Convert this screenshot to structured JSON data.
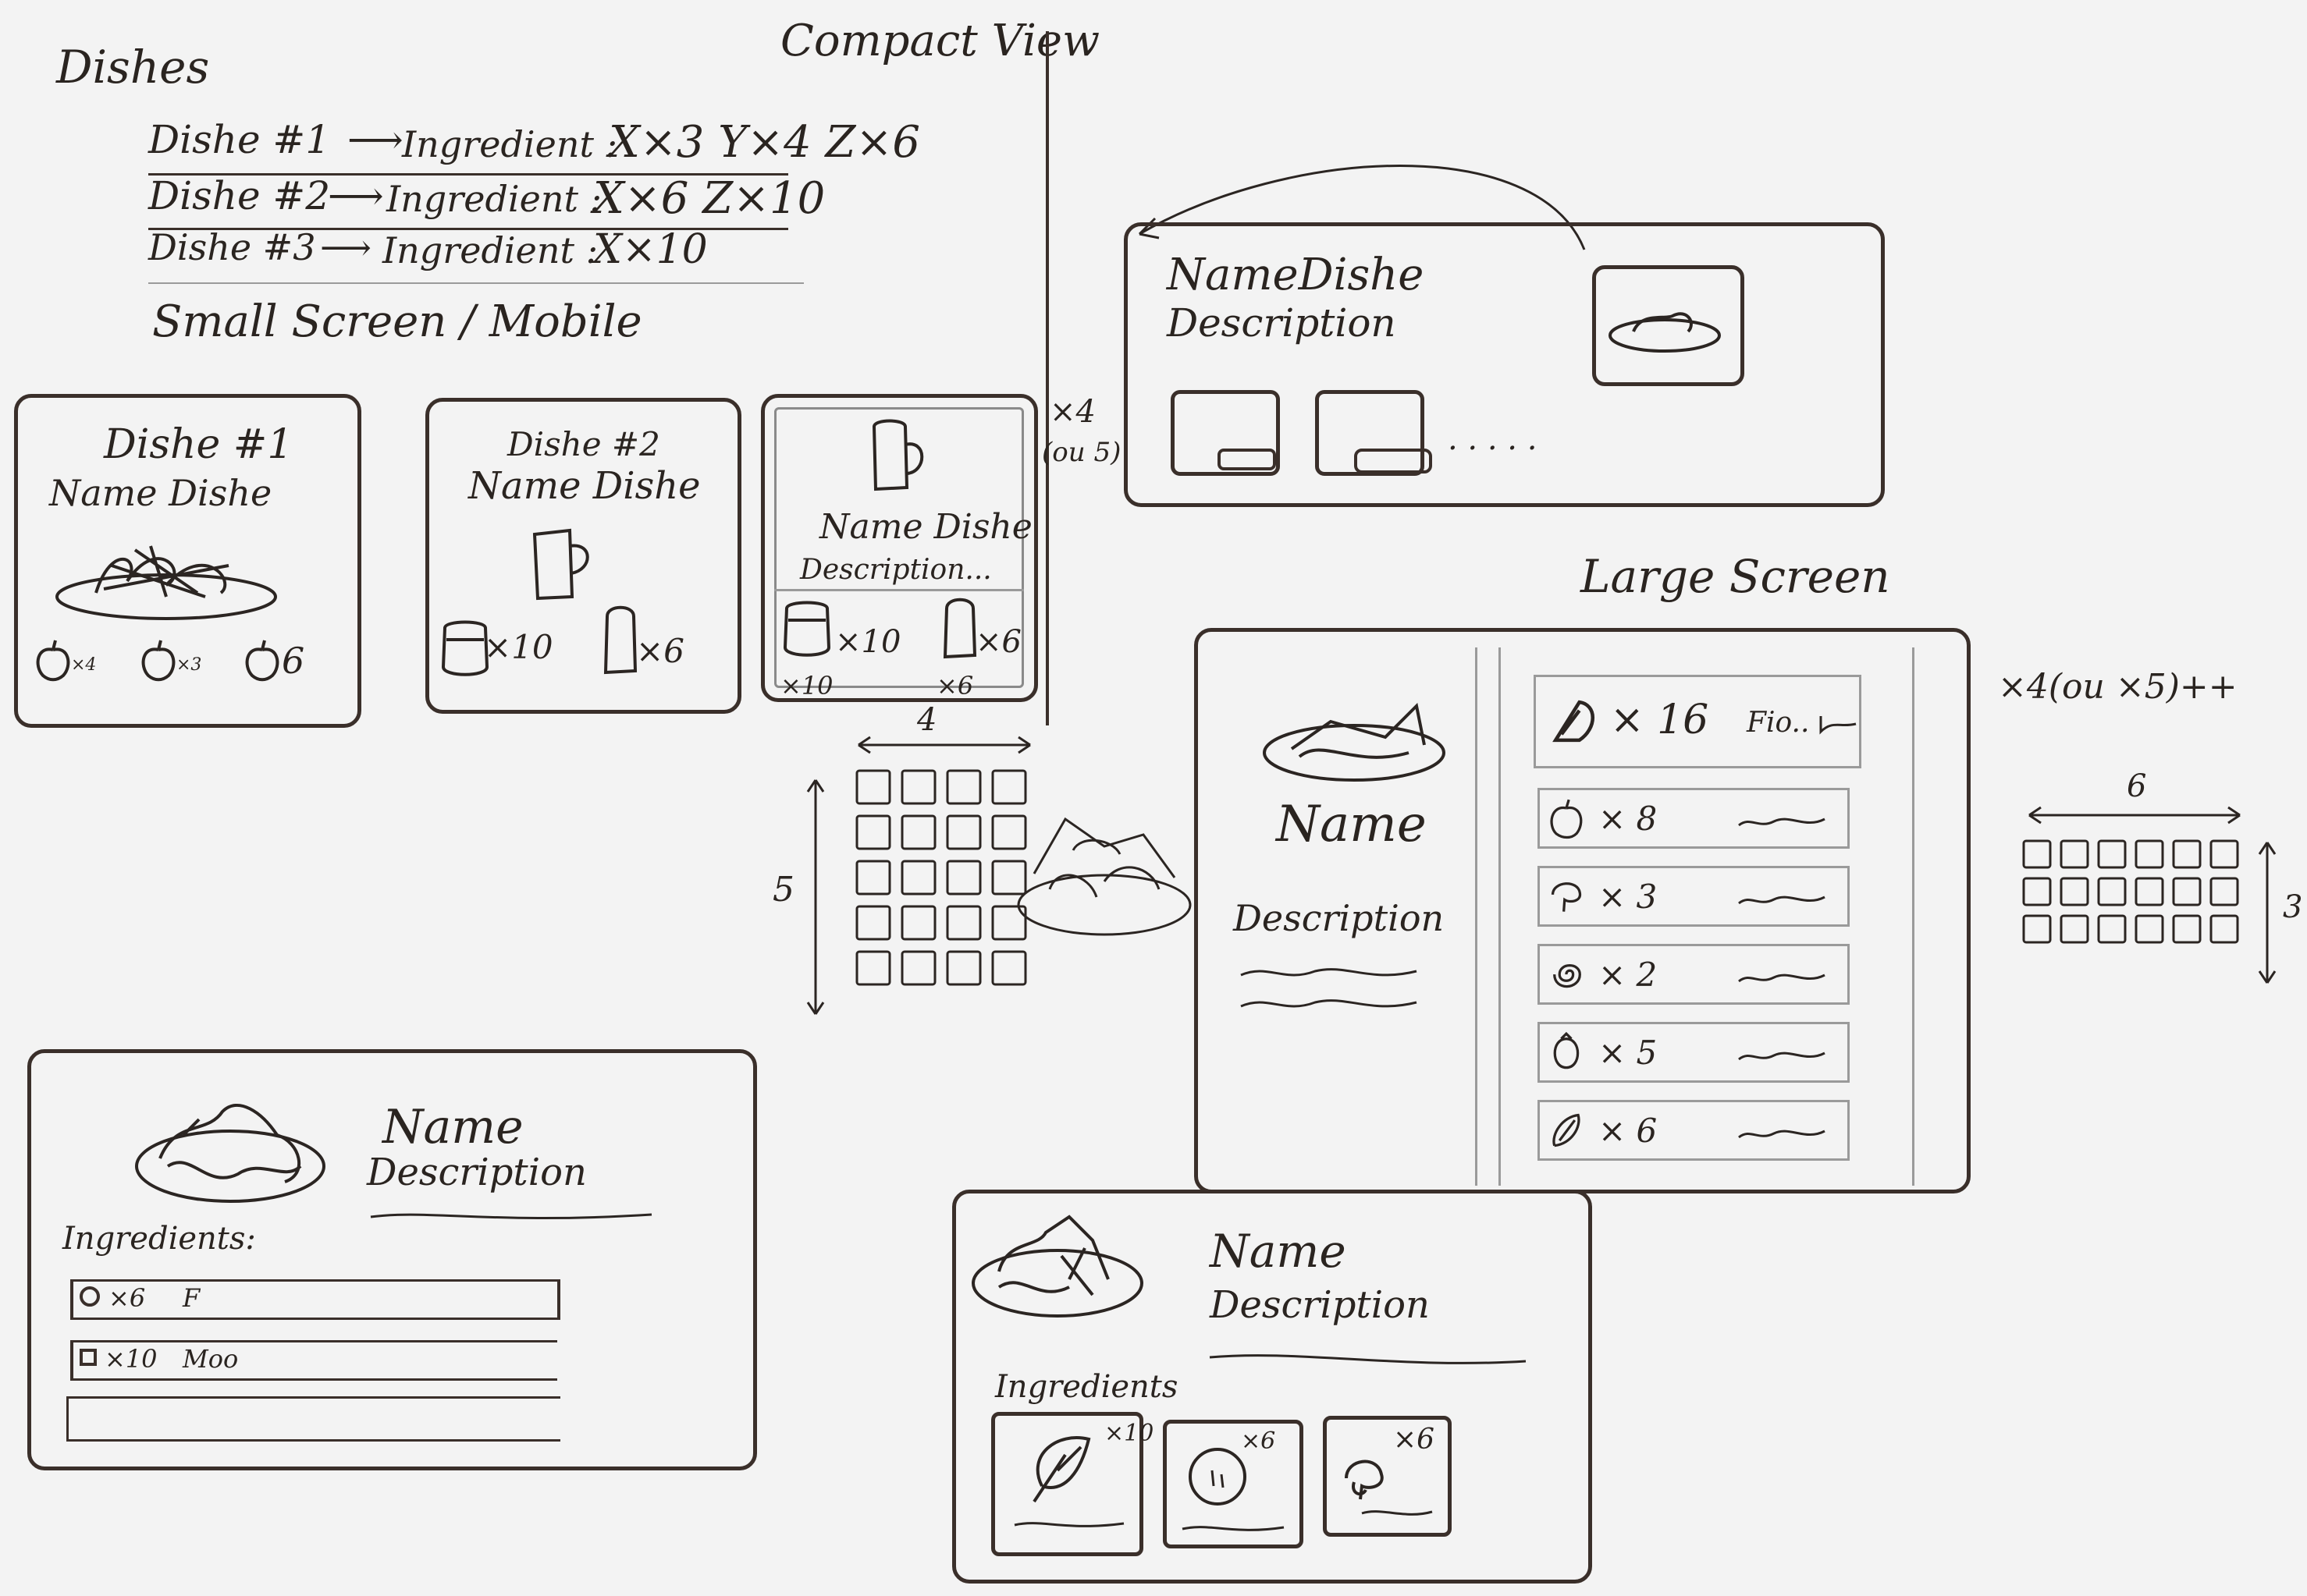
{
  "title": "Dishes",
  "compact_view_label": "Compact View",
  "dish_list": [
    {
      "dish": "Dishe #1",
      "arrow": "⟶",
      "label": "Ingredient :",
      "ingredients": "X×3  Y×4  Z×6"
    },
    {
      "dish": "Dishe #2",
      "arrow": "⟶",
      "label": "Ingredient :",
      "ingredients": "X×6  Z×10"
    },
    {
      "dish": "Dishe #3",
      "arrow": "⟶",
      "label": "Ingredient :",
      "ingredients": "X×10"
    }
  ],
  "small_screen_label": "Small Screen / Mobile",
  "mobile_cards": [
    {
      "title": "Dishe #1",
      "name": "Name Dishe",
      "ingredients": [
        "×4",
        "×3",
        "6"
      ]
    },
    {
      "title": "Dishe #2",
      "name": "Name Dishe",
      "ingredients": [
        "×10",
        "×6"
      ]
    },
    {
      "name": "Name Dishe",
      "description": "Description...",
      "ingredients": [
        "×10",
        "×6"
      ],
      "under": [
        "×10",
        "×6"
      ]
    }
  ],
  "multiplier_small": "×4",
  "multiplier_small_alt": "(ou 5)",
  "grid_small": {
    "cols_label": "4",
    "rows_label": "5",
    "cols": 4,
    "rows": 5
  },
  "compact_card": {
    "name": "NameDishe",
    "description": "Description",
    "more": ". . . . ."
  },
  "large_screen_label": "Large Screen",
  "large_card": {
    "name": "Name",
    "description": "Description",
    "rows": [
      {
        "icon": "leaf-icon",
        "qty": "× 16",
        "text": "Fio.."
      },
      {
        "icon": "apple-icon",
        "qty": "× 8"
      },
      {
        "icon": "mushroom-icon",
        "qty": "× 3"
      },
      {
        "icon": "swirl-icon",
        "qty": "× 2"
      },
      {
        "icon": "tomato-icon",
        "qty": "× 5"
      },
      {
        "icon": "pepper-icon",
        "qty": "× 6"
      }
    ]
  },
  "multiplier_large": "×4(ou ×5)++",
  "grid_large": {
    "cols_label": "6",
    "rows_label": "3",
    "cols": 6,
    "rows": 3
  },
  "detail_card_left": {
    "name": "Name",
    "description": "Description",
    "ingredients_label": "Ingredients:",
    "rows": [
      {
        "qty": "×6",
        "text": "F"
      },
      {
        "qty": "×10",
        "text": "Moo"
      }
    ]
  },
  "detail_card_right": {
    "name": "Name",
    "description": "Description",
    "ingredients_label": "Ingredients",
    "tiles": [
      {
        "qty": "×10"
      },
      {
        "qty": "×6"
      },
      {
        "qty": "×6"
      }
    ]
  }
}
